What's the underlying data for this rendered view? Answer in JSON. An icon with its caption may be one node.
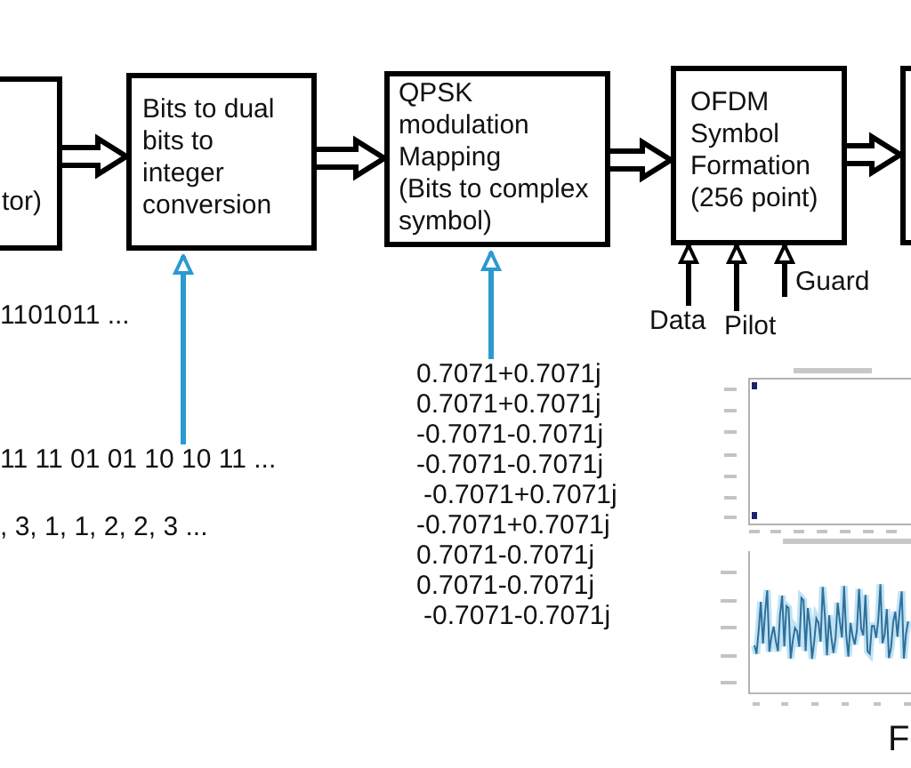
{
  "diagram": {
    "nodes": [
      {
        "text": [
          "tor)"
        ]
      },
      {
        "text": [
          "Bits to dual bits to integer conversion"
        ]
      },
      {
        "text": [
          "QPSK modulation Mapping",
          "(Bits to complex symbol)"
        ]
      },
      {
        "text": [
          "OFDM Symbol Formation (256 point)"
        ]
      },
      {
        "text": [],
        "shape": "box"
      },
      {
        "text": [
          "11 11 01 01 10 10 11 ..."
        ]
      },
      {
        "text": [
          "0.7071+0.7071j",
          "0.7071+0.7071j",
          "-0.7071-0.7071j",
          "-0.7071-0.7071j",
          "-0.7071+0.7071j",
          "-0.7071+0.7071j",
          "0.7071-0.7071j",
          "0.7071-0.7071j",
          "-0.7071-0.7071j"
        ]
      },
      {
        "text": [
          "Data"
        ]
      },
      {
        "text": [
          "Pilot"
        ]
      },
      {
        "text": [
          "Guard"
        ]
      }
    ],
    "edges": [
      {
        "from": 0,
        "to": 1,
        "arrow": "to",
        "style": "thick"
      },
      {
        "from": 1,
        "to": 2,
        "arrow": "to",
        "style": "thick"
      },
      {
        "from": 2,
        "to": 3,
        "arrow": "to",
        "style": "thick"
      },
      {
        "from": 3,
        "to": 4,
        "arrow": "to",
        "style": "thick"
      },
      {
        "from": 5,
        "to": 1,
        "arrow": "to",
        "color": "#2a9ad0"
      },
      {
        "from": 6,
        "to": 2,
        "arrow": "to",
        "color": "#2a9ad0"
      },
      {
        "from": 7,
        "to": 3,
        "arrow": "to"
      },
      {
        "from": 8,
        "to": 3,
        "arrow": "to"
      },
      {
        "from": 9,
        "to": 3,
        "arrow": "to"
      }
    ],
    "labels": [
      "1101011 ...",
      ", 3, 1, 1, 2, 2, 3 ...",
      "F"
    ]
  }
}
